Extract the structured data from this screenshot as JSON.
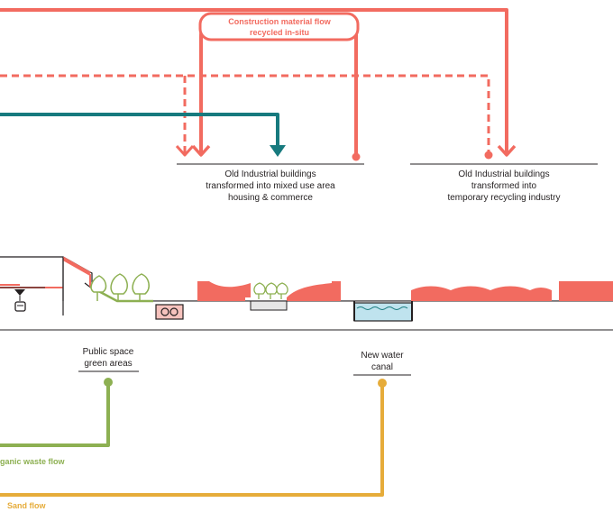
{
  "colors": {
    "construction": "#f26b60",
    "water": "#177a7e",
    "organic": "#8db052",
    "sand": "#e6ac3a",
    "ink": "#231f20",
    "canal": "#bfe3ee"
  },
  "labels": {
    "construction_flow": [
      "Construction material flow",
      "recycled in-situ"
    ],
    "old_buildings_mixed": [
      "Old Industrial buildings",
      "transformed into mixed use area",
      "housing & commerce"
    ],
    "old_buildings_recycling": [
      "Old Industrial buildings",
      "transformed into",
      "temporary recycling industry"
    ],
    "public_space": [
      "Public space",
      "green areas"
    ],
    "water_canal": [
      "New water",
      "canal"
    ],
    "organic_flow": "ganic waste flow",
    "sand_flow": "Sand flow"
  }
}
